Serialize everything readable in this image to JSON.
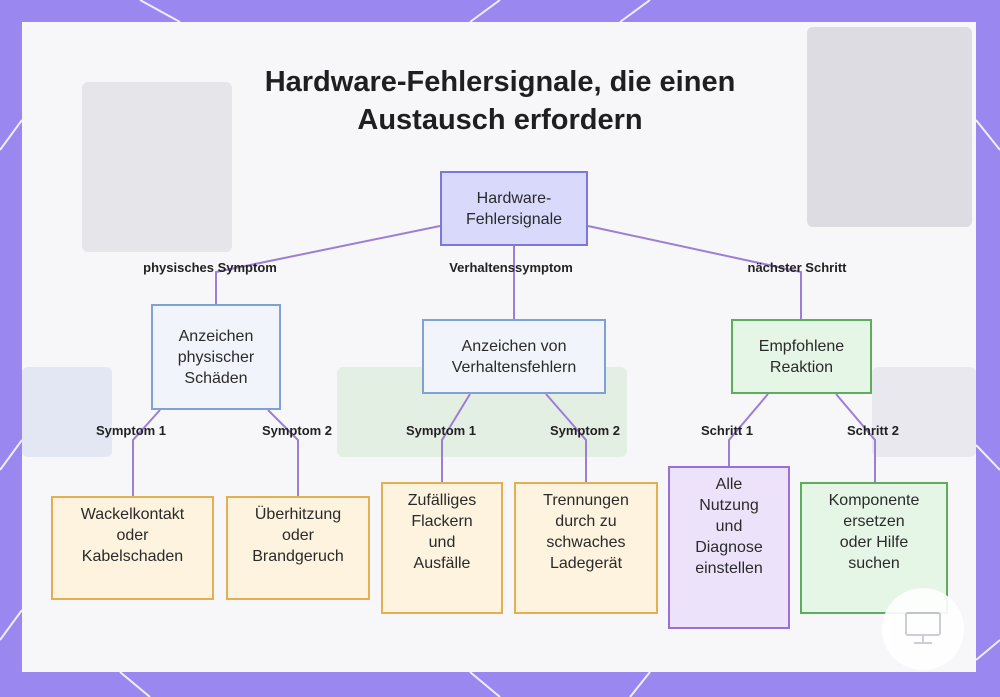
{
  "title_lines": [
    "Hardware-Fehlersignale, die einen",
    "Austausch erfordern"
  ],
  "nodes": {
    "root": "Hardware-\nFehlersignale",
    "physical": "Anzeichen\nphysischer\nSchäden",
    "behavior": "Anzeichen von\nVerhaltensfehlern",
    "reaction": "Empfohlene\nReaktion",
    "phys_1": "Wackelkontakt\noder\nKabelschaden",
    "phys_2": "Überhitzung\noder\nBrandgeruch",
    "beh_1": "Zufälliges\nFlackern\nund\nAusfälle",
    "beh_2": "Trennungen\ndurch zu\nschwaches\nLadegerät",
    "step_1": "Alle\nNutzung\nund\nDiagnose\neinstellen",
    "step_2": "Komponente\nersetzen\noder Hilfe\nsuchen"
  },
  "edge_labels": {
    "physical": "physisches Symptom",
    "behavior": "Verhaltenssymptom",
    "reaction": "nächster Schritt",
    "phys_1": "Symptom 1",
    "phys_2": "Symptom 2",
    "beh_1": "Symptom 1",
    "beh_2": "Symptom 2",
    "step_1": "Schritt 1",
    "step_2": "Schritt 2"
  },
  "colors": {
    "frame": "#9b87f0",
    "edge": "#9b7fd6"
  }
}
